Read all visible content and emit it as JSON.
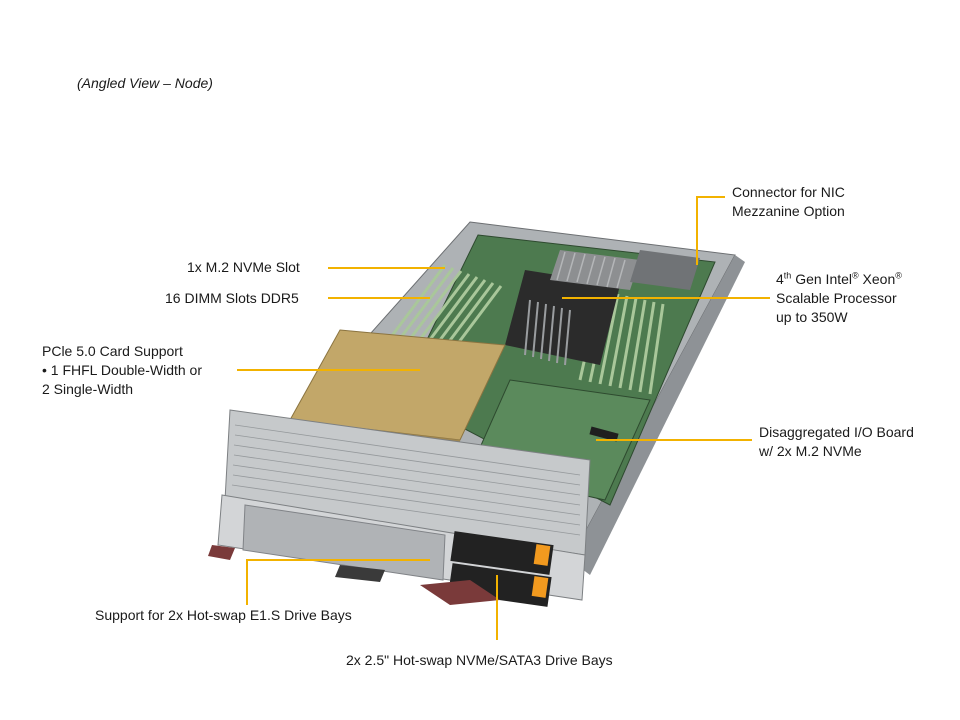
{
  "title": "(Angled View – Node)",
  "labels": {
    "m2_slot": "1x M.2 NVMe Slot",
    "dimm": "16 DIMM Slots DDR5",
    "pcie_line1": "PCle 5.0 Card Support",
    "pcie_line2": "•  1 FHFL Double-Width or",
    "pcie_line3": "2 Single-Width",
    "nic_line1": "Connector for NIC",
    "nic_line2": "Mezzanine Option",
    "cpu_gen_num": "4",
    "cpu_gen_suffix": "th",
    "cpu_gen_rest": " Gen Intel",
    "reg1": "®",
    "cpu_xeon": " Xeon",
    "reg2": "®",
    "cpu_line2": "Scalable Processor",
    "cpu_line3": "up to 350W",
    "io_line1": "Disaggregated I/O Board",
    "io_line2": "w/ 2x M.2 NVMe",
    "e1s": "Support for 2x Hot-swap E1.S Drive Bays",
    "drive25": "2x 2.5\" Hot-swap NVMe/SATA3 Drive Bays"
  },
  "colors": {
    "leader": "#f2b200",
    "board": "#4d7a4f",
    "chassis": "#b9bcbf",
    "gold_card": "#c2a769",
    "drive_orange": "#f29a1f"
  }
}
